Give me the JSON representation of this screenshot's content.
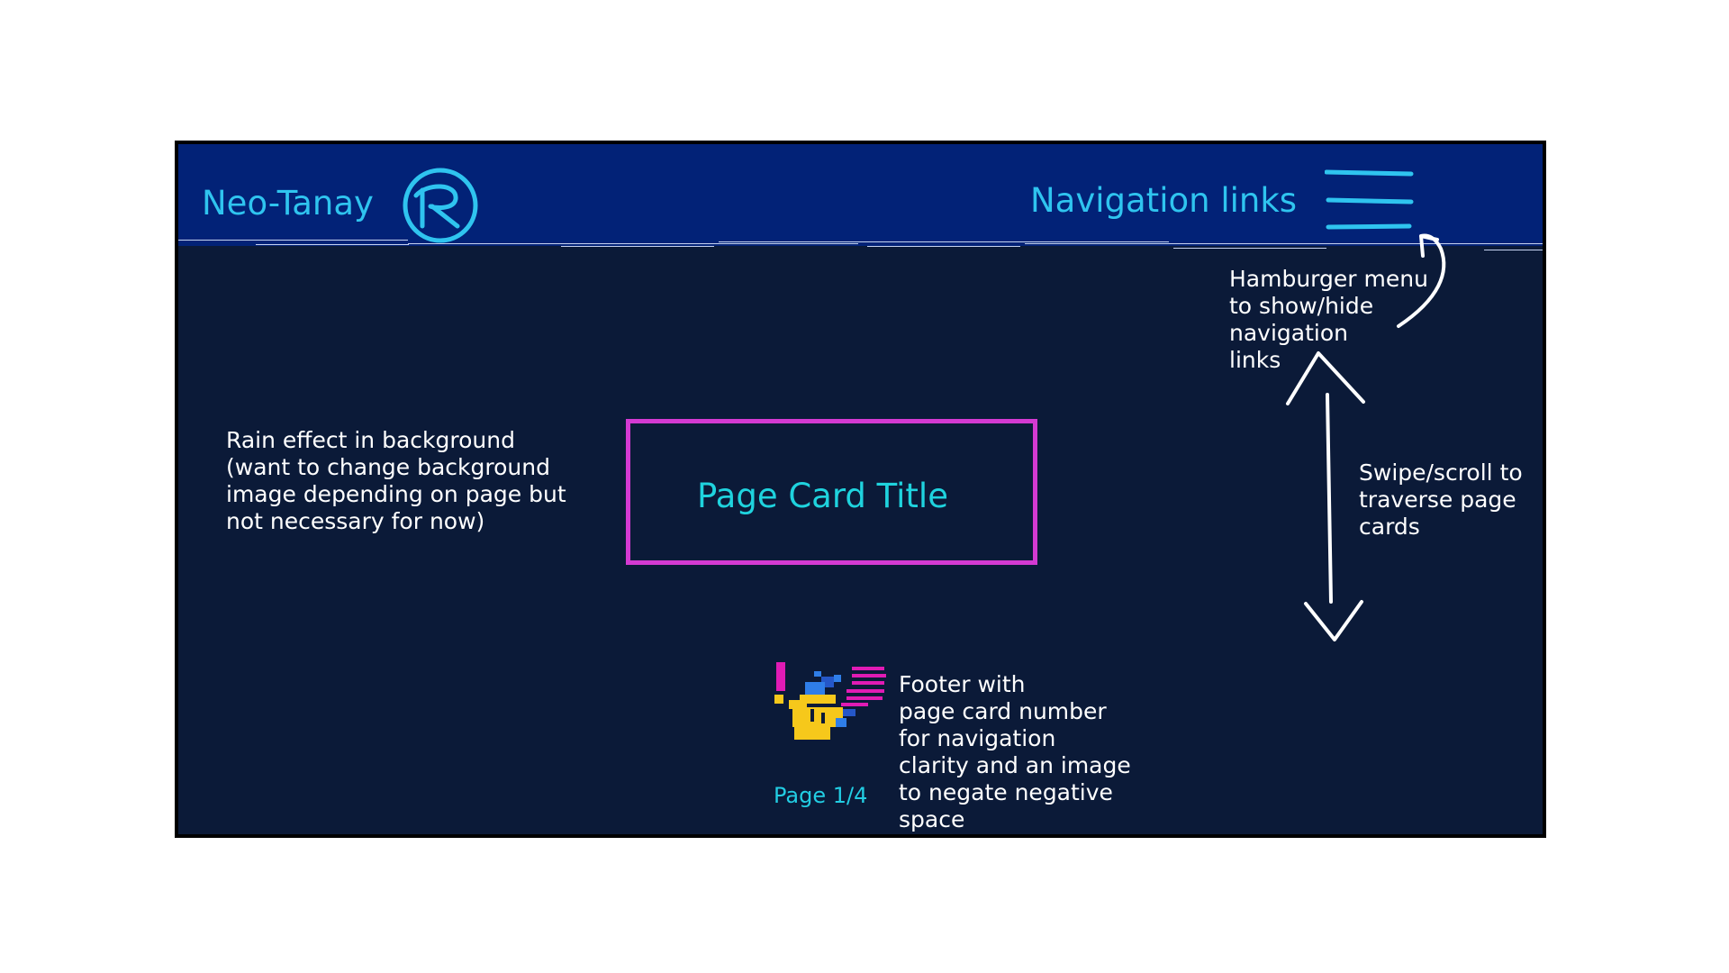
{
  "header": {
    "brand": "Neo-Tanay",
    "nav_links_label": "Navigation links"
  },
  "card": {
    "title": "Page Card Title"
  },
  "footer": {
    "page_label": "Page 1/4"
  },
  "annotations": {
    "hamburger_note": "Hamburger menu\nto show/hide\nnavigation\nlinks",
    "rain_note": "Rain effect in background\n(want to change background\nimage depending on page but\nnot necessary for now)",
    "swipe_note": "Swipe/scroll to\ntraverse page\ncards",
    "footer_note": "Footer with\npage card number\nfor navigation\nclarity and an image\nto negate negative\nspace"
  },
  "icons": {
    "logo": "logo-icon",
    "menu": "hamburger-menu-icon",
    "footer_image": "pixel-art-character-icon"
  },
  "colors": {
    "background": "#0b1a38",
    "navbar": "#022277",
    "accent_cyan": "#2fc4ef",
    "card_border": "#d43ad2",
    "card_title": "#1fd3de"
  }
}
